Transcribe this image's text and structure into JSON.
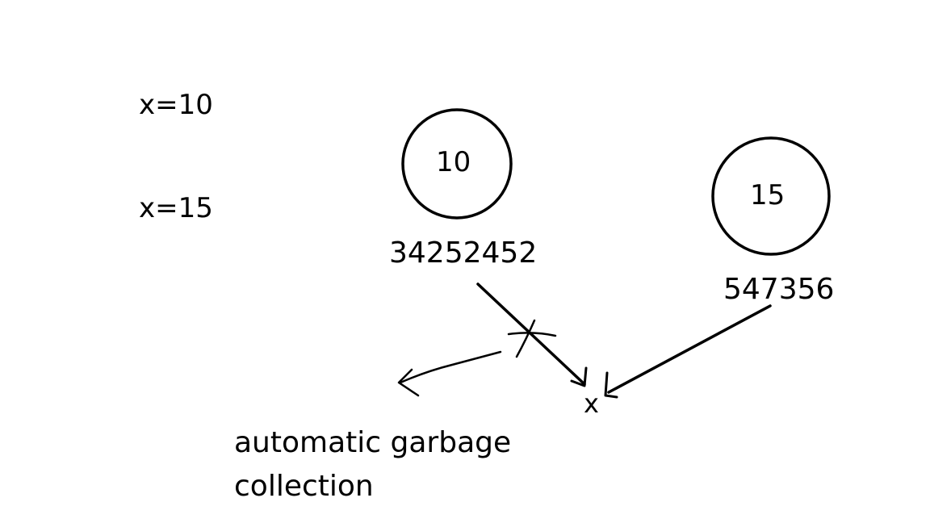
{
  "statements": {
    "first": "x=10",
    "second": "x=15"
  },
  "objects": [
    {
      "value": "10",
      "address": "34252452"
    },
    {
      "value": "15",
      "address": "547356"
    }
  ],
  "variable": "x",
  "gc_label": "automatic garbage collection",
  "colors": {
    "ink": "#000000",
    "background": "#ffffff"
  }
}
